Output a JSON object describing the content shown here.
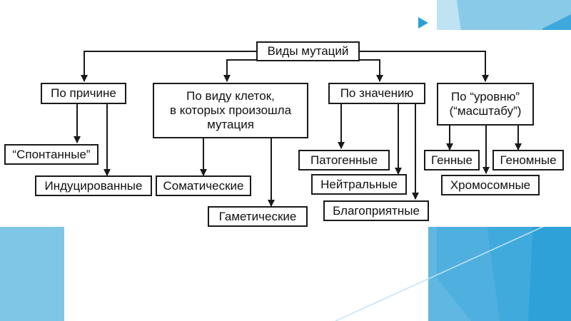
{
  "colors": {
    "accent_light": "#bfe3f3",
    "accent_mid": "#7fc6e6",
    "accent_dark": "#2a9fd8",
    "line": "#1a1a1a"
  },
  "diagram": {
    "root": "Виды мутаций",
    "categories": {
      "cause": "По причине",
      "cell_type": "По виду клеток,\nв которых произошла\nмутация",
      "significance": "По значению",
      "level": "По “уровню”\n(“масштабу”)"
    },
    "types": {
      "spontaneous": "“Спонтанные”",
      "induced": "Индуцированные",
      "somatic": "Соматические",
      "gametic": "Гаметические",
      "pathogenic": "Патогенные",
      "neutral": "Нейтральные",
      "favorable": "Благоприятные",
      "gene": "Генные",
      "chromosomal": "Хромосомные",
      "genomic": "Геномные"
    }
  }
}
